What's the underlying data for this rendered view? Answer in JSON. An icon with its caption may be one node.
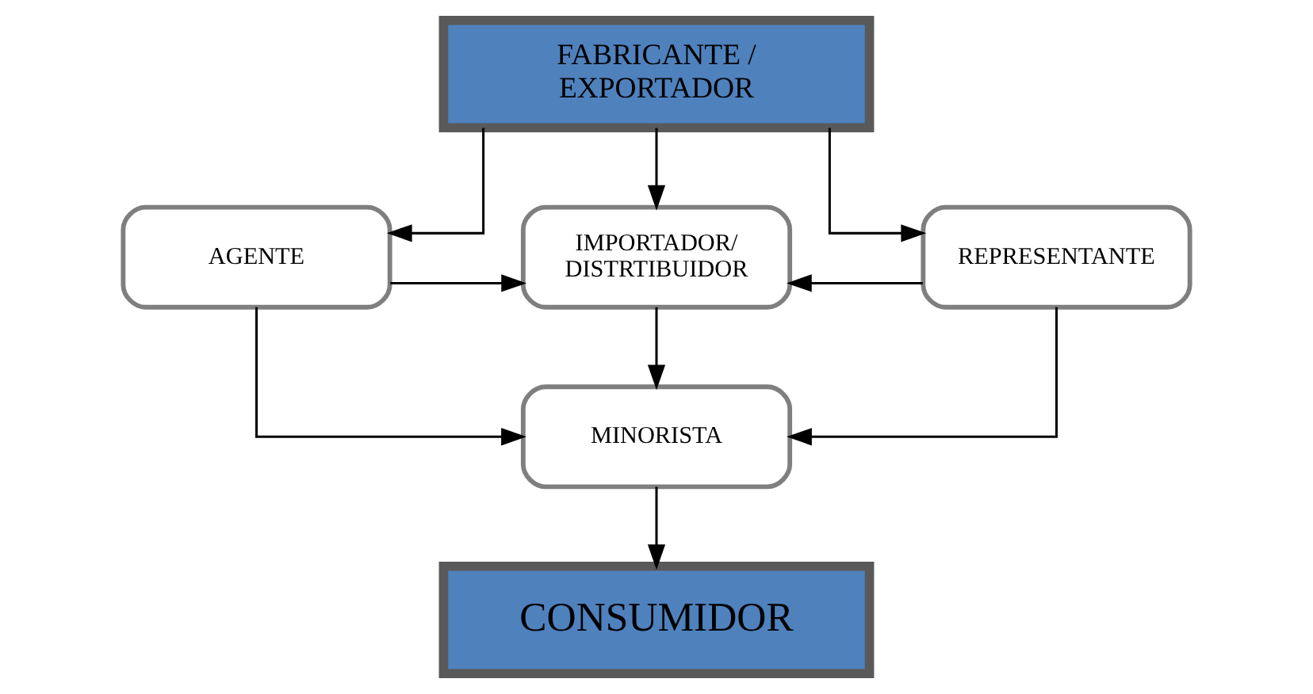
{
  "diagram": {
    "nodes": [
      {
        "text": [
          "FABRICANTE / EXPORTADOR"
        ]
      },
      {
        "text": [
          "AGENTE"
        ]
      },
      {
        "text": [
          "IMPORTADOR/ DISTRTIBUIDOR"
        ]
      },
      {
        "text": [
          "REPRESENTANTE"
        ]
      },
      {
        "text": [
          "MINORISTA"
        ]
      },
      {
        "text": [
          "CONSUMIDOR"
        ]
      }
    ],
    "edges": [
      {
        "from": 0,
        "to": 1,
        "arrow": "to"
      },
      {
        "from": 0,
        "to": 2,
        "arrow": "to"
      },
      {
        "from": 0,
        "to": 3,
        "arrow": "to"
      },
      {
        "from": 1,
        "to": 2,
        "arrow": "to"
      },
      {
        "from": 3,
        "to": 2,
        "arrow": "to"
      },
      {
        "from": 2,
        "to": 4,
        "arrow": "to"
      },
      {
        "from": 1,
        "to": 4,
        "arrow": "to"
      },
      {
        "from": 3,
        "to": 4,
        "arrow": "to"
      },
      {
        "from": 4,
        "to": 5,
        "arrow": "to"
      }
    ]
  }
}
